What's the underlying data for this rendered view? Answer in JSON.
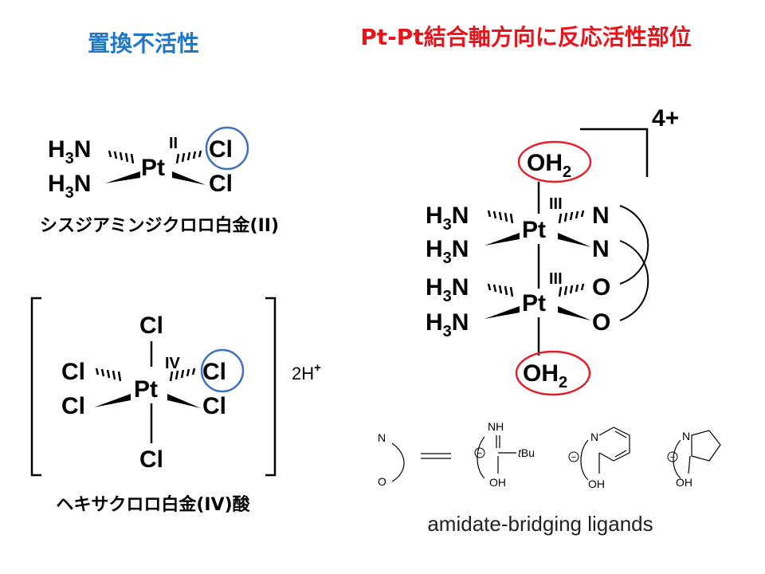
{
  "colors": {
    "blue_heading": "#1f77c8",
    "red_heading": "#e8141c",
    "circle_red": "#e21f26",
    "circle_blue": "#3f6fc0",
    "ink": "#000000",
    "caption_gray": "#222222"
  },
  "headings": {
    "left": "置換不活性",
    "right": "Pt-Pt結合軸方向に反応活性部位"
  },
  "cisplatin": {
    "ox": "II",
    "metal": "Pt",
    "amine_top": "H",
    "amine_top_sub": "3",
    "amine_top_n": "N",
    "amine_bot": "H",
    "amine_bot_sub": "3",
    "amine_bot_n": "N",
    "cl_top": "Cl",
    "cl_bot": "Cl",
    "name": "シスジアミンジクロロ白金(II)"
  },
  "hexachloro": {
    "ox": "IV",
    "metal": "Pt",
    "cl_top": "Cl",
    "cl_left_up": "Cl",
    "cl_left_down": "Cl",
    "cl_right_up": "Cl",
    "cl_right_down": "Cl",
    "cl_bottom": "Cl",
    "counter": "2H",
    "counter_sup": "+",
    "name": "ヘキサクロロ白金(IV)酸"
  },
  "dimer": {
    "charge": "4+",
    "ox_top": "III",
    "ox_bottom": "III",
    "metal_top": "Pt",
    "metal_bottom": "Pt",
    "aqua_top": "OH",
    "aqua_top_sub": "2",
    "aqua_bottom": "OH",
    "aqua_bottom_sub": "2",
    "amine_h": "H",
    "amine_sub": "3",
    "amine_n": "N",
    "n1": "N",
    "n2": "N",
    "o1": "O",
    "o2": "O"
  },
  "ligands": {
    "generic_n": "N",
    "generic_o": "O",
    "amidine_nh": "NH",
    "tbu_t": "t",
    "tbu_rest": "Bu",
    "oh": "OH",
    "ring_n": "N",
    "minus": "−",
    "caption": "amidate-bridging ligands"
  }
}
